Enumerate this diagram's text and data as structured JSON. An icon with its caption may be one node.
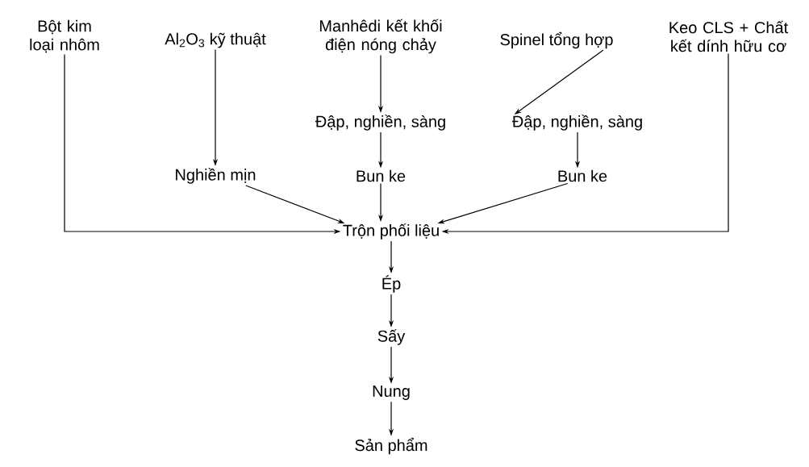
{
  "diagram": {
    "nodes": [
      {
        "text": [
          "Bột kim loại nhôm"
        ]
      },
      {
        "text": [
          "Al$_{2}$O$_{3}$ kỹ thuật"
        ]
      },
      {
        "text": [
          "Manhêdi kết khối điện nóng chảy"
        ]
      },
      {
        "text": [
          "Spinel tổng hợp"
        ]
      },
      {
        "text": [
          "Keo CLS + Chất kết dính hữu cơ"
        ]
      },
      {
        "text": [
          "Đập, nghiền, sàng"
        ]
      },
      {
        "text": [
          "Đập, nghiền, sàng"
        ]
      },
      {
        "text": [
          "Nghiền mịn"
        ]
      },
      {
        "text": [
          "Bun ke"
        ]
      },
      {
        "text": [
          "Bun ke"
        ]
      },
      {
        "text": [
          "Trộn phối liệu"
        ]
      },
      {
        "text": [
          "Ép"
        ]
      },
      {
        "text": [
          "Sấy"
        ]
      },
      {
        "text": [
          "Nung"
        ]
      },
      {
        "text": [
          "Sản phẩm"
        ]
      }
    ],
    "edges": [
      {
        "from": 0,
        "to": 10,
        "arrow": "to"
      },
      {
        "from": 1,
        "to": 7,
        "arrow": "to"
      },
      {
        "from": 2,
        "to": 5,
        "arrow": "to"
      },
      {
        "from": 3,
        "to": 6,
        "arrow": "to"
      },
      {
        "from": 4,
        "to": 10,
        "arrow": "to"
      },
      {
        "from": 5,
        "to": 8,
        "arrow": "to"
      },
      {
        "from": 6,
        "to": 9,
        "arrow": "to"
      },
      {
        "from": 7,
        "to": 10,
        "arrow": "to"
      },
      {
        "from": 8,
        "to": 10,
        "arrow": "to"
      },
      {
        "from": 9,
        "to": 10,
        "arrow": "to"
      },
      {
        "from": 10,
        "to": 11,
        "arrow": "to"
      },
      {
        "from": 11,
        "to": 12,
        "arrow": "to"
      },
      {
        "from": 12,
        "to": 13,
        "arrow": "to"
      },
      {
        "from": 13,
        "to": 14,
        "arrow": "to"
      }
    ]
  }
}
